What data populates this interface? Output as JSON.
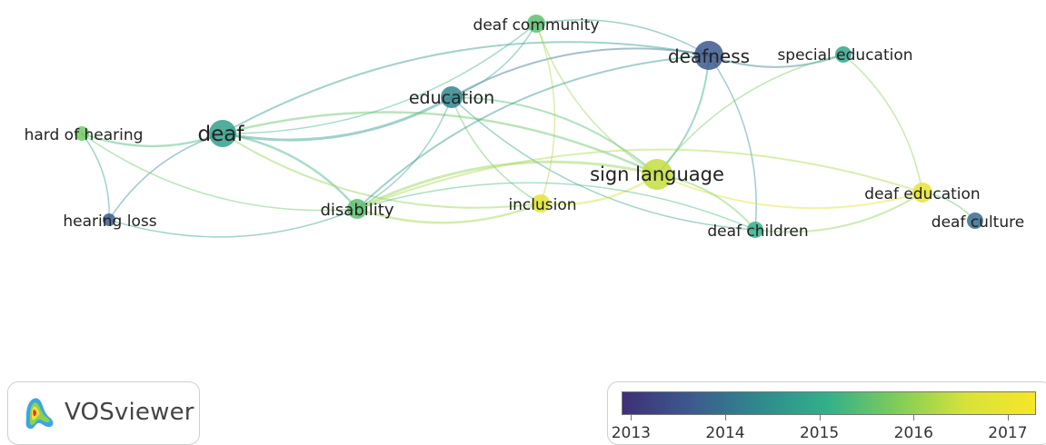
{
  "network": {
    "nodes": [
      {
        "id": "deafness",
        "label": "deafness",
        "year": 2013.6,
        "weight": 16
      },
      {
        "id": "deaf_community",
        "label": "deaf community",
        "year": 2015.5,
        "weight": 10
      },
      {
        "id": "special_education",
        "label": "special education",
        "year": 2014.9,
        "weight": 9
      },
      {
        "id": "education",
        "label": "education",
        "year": 2014.3,
        "weight": 12
      },
      {
        "id": "deaf",
        "label": "deaf",
        "year": 2014.8,
        "weight": 15
      },
      {
        "id": "hard_of_hearing",
        "label": "hard of hearing",
        "year": 2015.7,
        "weight": 8
      },
      {
        "id": "sign_language",
        "label": "sign language",
        "year": 2016.4,
        "weight": 17
      },
      {
        "id": "deaf_education",
        "label": "deaf education",
        "year": 2016.9,
        "weight": 11
      },
      {
        "id": "inclusion",
        "label": "inclusion",
        "year": 2016.8,
        "weight": 10
      },
      {
        "id": "disability",
        "label": "disability",
        "year": 2015.5,
        "weight": 11
      },
      {
        "id": "hearing_loss",
        "label": "hearing loss",
        "year": 2013.7,
        "weight": 7
      },
      {
        "id": "deaf_children",
        "label": "deaf children",
        "year": 2015.1,
        "weight": 9
      },
      {
        "id": "deaf_culture",
        "label": "deaf culture",
        "year": 2013.9,
        "weight": 9
      }
    ],
    "links": [
      [
        "deaf",
        "education",
        3,
        2014.6
      ],
      [
        "deaf",
        "deafness",
        2,
        2014.7
      ],
      [
        "deaf",
        "deaf_community",
        1.5,
        2015.2
      ],
      [
        "deaf",
        "hard_of_hearing",
        2.5,
        2015.3
      ],
      [
        "deaf",
        "hearing_loss",
        1.5,
        2014.3
      ],
      [
        "deaf",
        "disability",
        2.5,
        2015.2
      ],
      [
        "deaf",
        "inclusion",
        2,
        2016.0
      ],
      [
        "deaf",
        "sign_language",
        2.5,
        2015.6
      ],
      [
        "hard_of_hearing",
        "disability",
        1.5,
        2015.6
      ],
      [
        "hard_of_hearing",
        "hearing_loss",
        1.5,
        2014.7
      ],
      [
        "hearing_loss",
        "disability",
        1.5,
        2014.7
      ],
      [
        "education",
        "deafness",
        2,
        2014.0
      ],
      [
        "education",
        "deaf_community",
        1.5,
        2014.9
      ],
      [
        "education",
        "disability",
        1.5,
        2014.9
      ],
      [
        "education",
        "inclusion",
        1.5,
        2015.6
      ],
      [
        "education",
        "sign_language",
        2,
        2015.4
      ],
      [
        "education",
        "deaf_children",
        1.5,
        2014.7
      ],
      [
        "deaf_community",
        "deafness",
        1.5,
        2014.6
      ],
      [
        "deaf_community",
        "sign_language",
        1.5,
        2016.0
      ],
      [
        "deaf_community",
        "inclusion",
        1.5,
        2016.2
      ],
      [
        "deafness",
        "special_education",
        2,
        2014.2
      ],
      [
        "deafness",
        "sign_language",
        2,
        2015.0
      ],
      [
        "deafness",
        "disability",
        2,
        2014.6
      ],
      [
        "deafness",
        "deaf_children",
        1.5,
        2014.4
      ],
      [
        "special_education",
        "sign_language",
        1.5,
        2015.7
      ],
      [
        "special_education",
        "deaf_education",
        1.5,
        2015.9
      ],
      [
        "sign_language",
        "disability",
        3,
        2016.0
      ],
      [
        "sign_language",
        "inclusion",
        2.5,
        2016.6
      ],
      [
        "sign_language",
        "deaf_education",
        2,
        2016.7
      ],
      [
        "sign_language",
        "deaf_children",
        2,
        2015.8
      ],
      [
        "disability",
        "inclusion",
        2.5,
        2016.1
      ],
      [
        "disability",
        "deaf_children",
        1.5,
        2015.3
      ],
      [
        "deaf_children",
        "deaf_education",
        2,
        2016.0
      ],
      [
        "deaf_education",
        "deaf_culture",
        1.5,
        2015.4
      ],
      [
        "deaf_education",
        "disability",
        2,
        2016.2
      ]
    ]
  },
  "brand": {
    "name": "VOSviewer"
  },
  "legend": {
    "ticks": [
      "2013",
      "2014",
      "2015",
      "2016",
      "2017"
    ],
    "start_year": 2012.9,
    "end_year": 2017.3,
    "colormap": [
      "#3f2f78",
      "#3c5a8f",
      "#2f8a8d",
      "#34b08a",
      "#7fcd5a",
      "#d8e23a",
      "#f6e629"
    ]
  }
}
